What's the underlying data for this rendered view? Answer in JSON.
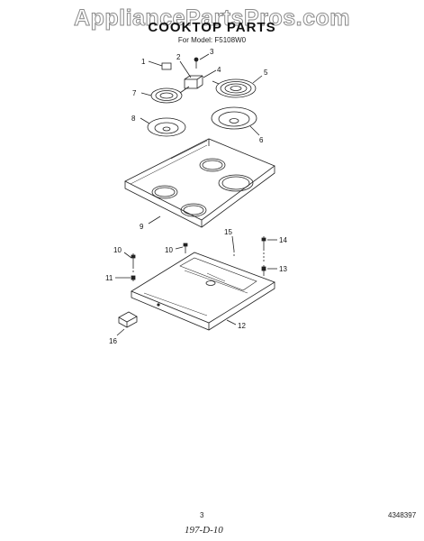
{
  "watermark": "AppliancePartsPros.com",
  "title": "COOKTOP PARTS",
  "model": "For Model: F5108W0",
  "callouts": [
    "1",
    "2",
    "3",
    "4",
    "5",
    "6",
    "7",
    "8",
    "9",
    "10",
    "10",
    "11",
    "12",
    "13",
    "14",
    "15",
    "16"
  ],
  "page_number": "3",
  "reference_code": "4348397",
  "handwritten_note": "197-D-10"
}
